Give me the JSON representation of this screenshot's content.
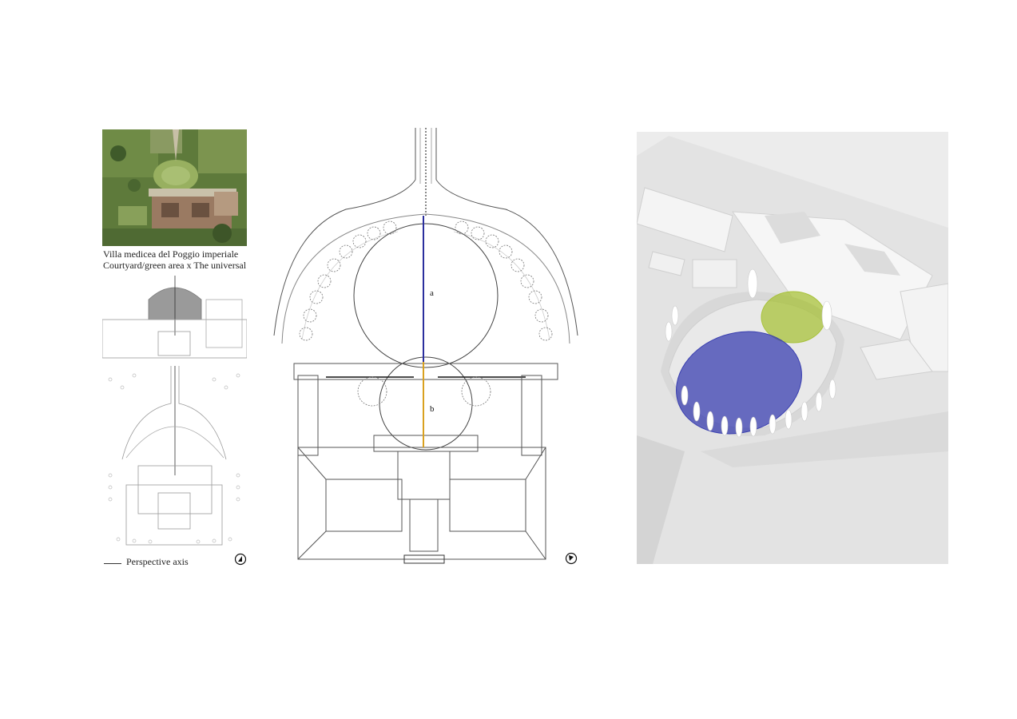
{
  "captions": {
    "line1": "Villa medicea del Poggio imperiale",
    "line2": "Courtyard/green area x The universal"
  },
  "legend": {
    "label": "Perspective axis"
  },
  "plan_labels": {
    "a": "a",
    "b": "b"
  },
  "icons": {
    "north_arrow": "north-arrow-icon"
  },
  "colors": {
    "axis_a": "#2b2f9e",
    "axis_b": "#d9a11f",
    "circle_a_fill": "#3a3fb0",
    "circle_b_fill": "#a8c23a",
    "photo_green": "#5f7a3a",
    "line": "#555555",
    "axo_base": "#e6e6e6"
  }
}
